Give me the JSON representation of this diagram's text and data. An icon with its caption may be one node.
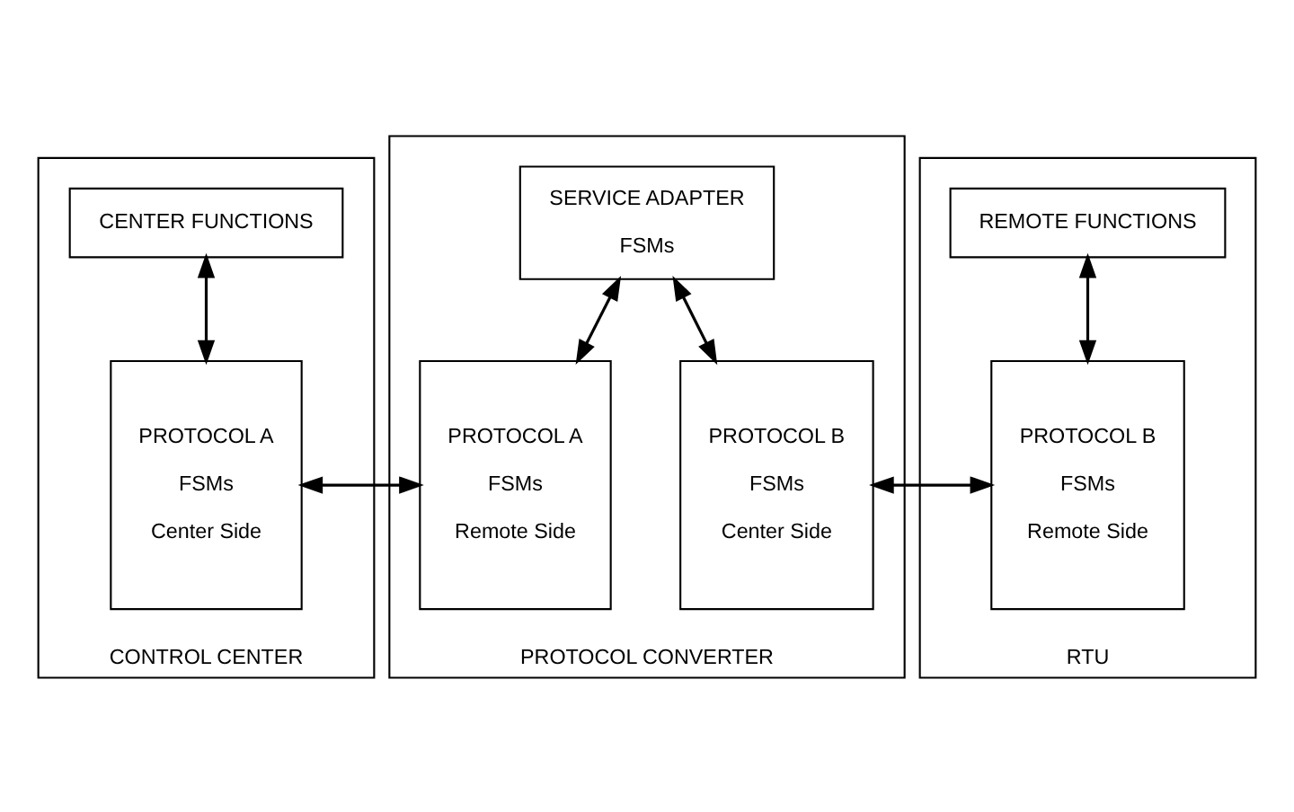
{
  "diagram": {
    "nodes": [
      {
        "text": [
          "CONTROL CENTER"
        ]
      },
      {
        "text": [
          "CENTER FUNCTIONS"
        ],
        "in": 0
      },
      {
        "text": [
          "PROTOCOL A",
          "FSMs",
          "Center Side"
        ],
        "in": 0
      },
      {
        "text": [
          "PROTOCOL CONVERTER"
        ]
      },
      {
        "text": [
          "SERVICE ADAPTER",
          "FSMs"
        ],
        "in": 3
      },
      {
        "text": [
          "PROTOCOL A",
          "FSMs",
          "Remote Side"
        ],
        "in": 3
      },
      {
        "text": [
          "PROTOCOL B",
          "FSMs",
          "Center Side"
        ],
        "in": 3
      },
      {
        "text": [
          "RTU"
        ]
      },
      {
        "text": [
          "REMOTE FUNCTIONS"
        ],
        "in": 7
      },
      {
        "text": [
          "PROTOCOL B",
          "FSMs",
          "Remote Side"
        ],
        "in": 7
      }
    ],
    "edges": [
      {
        "from": 1,
        "to": 2,
        "arrow": "both"
      },
      {
        "from": 2,
        "to": 5,
        "arrow": "both"
      },
      {
        "from": 4,
        "to": 5,
        "arrow": "both"
      },
      {
        "from": 4,
        "to": 6,
        "arrow": "both"
      },
      {
        "from": 6,
        "to": 9,
        "arrow": "both"
      },
      {
        "from": 8,
        "to": 9,
        "arrow": "both"
      }
    ]
  }
}
